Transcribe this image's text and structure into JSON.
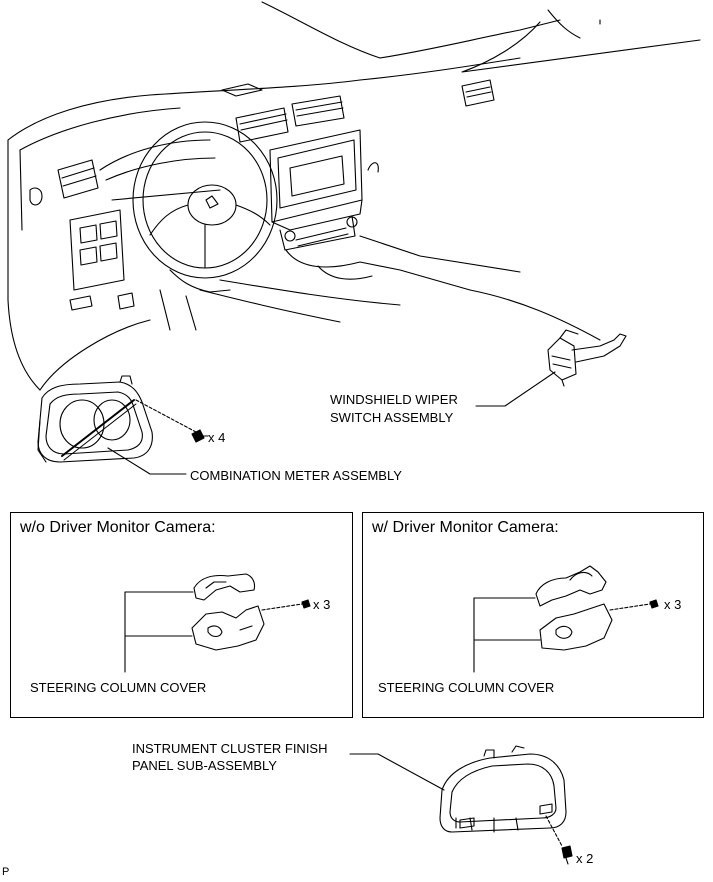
{
  "labels": {
    "wiper_line1": "WINDSHIELD WIPER",
    "wiper_line2": "SWITCH ASSEMBLY",
    "meter": "COMBINATION METER ASSEMBLY",
    "meter_qty": "x 4",
    "finish_line1": "INSTRUMENT CLUSTER FINISH",
    "finish_line2": "PANEL SUB-ASSEMBLY",
    "finish_qty": "x 2",
    "corner_code": "P"
  },
  "panels": [
    {
      "title": "w/o Driver Monitor Camera:",
      "label": "STEERING COLUMN COVER",
      "qty": "x 3"
    },
    {
      "title": "w/ Driver Monitor Camera:",
      "label": "STEERING COLUMN COVER",
      "qty": "x 3"
    }
  ]
}
